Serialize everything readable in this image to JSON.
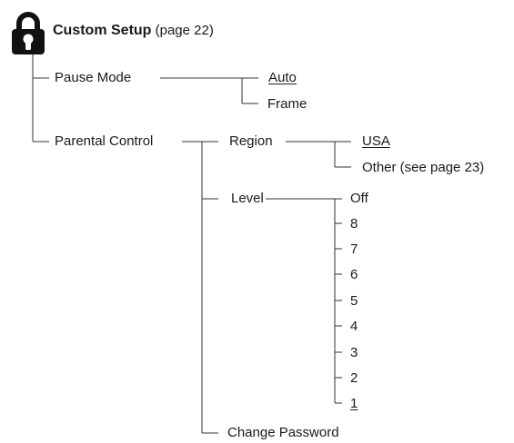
{
  "root": {
    "title": "Custom Setup",
    "page_ref": "(page 22)",
    "icon": "lock-icon"
  },
  "pause_mode": {
    "label": "Pause Mode",
    "options": [
      "Auto",
      "Frame"
    ],
    "default": "Auto"
  },
  "parental_control": {
    "label": "Parental Control",
    "region": {
      "label": "Region",
      "options": [
        "USA",
        "Other (see page 23)"
      ],
      "default": "USA"
    },
    "level": {
      "label": "Level",
      "options": [
        "Off",
        "8",
        "7",
        "6",
        "5",
        "4",
        "3",
        "2",
        "1"
      ],
      "default": "1"
    },
    "change_password": "Change Password"
  }
}
